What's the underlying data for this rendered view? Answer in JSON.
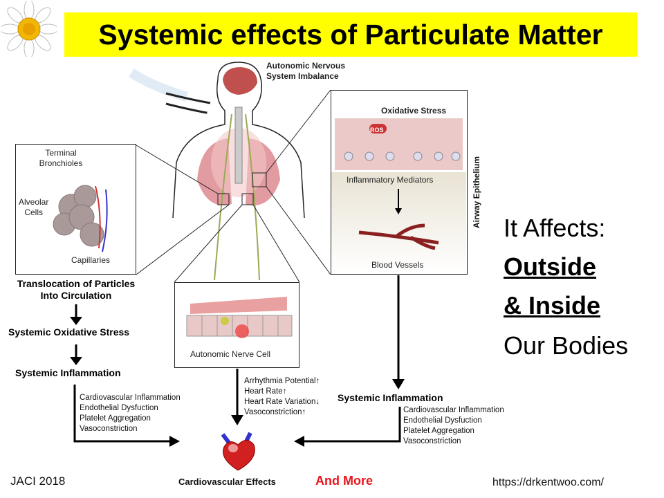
{
  "title": "Systemic effects of Particulate Matter",
  "brain_label": [
    "Autonomic Nervous",
    "System Imbalance"
  ],
  "left_box": {
    "terminal": [
      "Terminal",
      "Bronchioles"
    ],
    "alveolar": [
      "Alveolar",
      "Cells"
    ],
    "capillaries": "Capillaries"
  },
  "right_box": {
    "oxidative": "Oxidative Stress",
    "ros": "ROS",
    "mediators": "Inflammatory Mediators",
    "vessels": "Blood Vessels",
    "side": "Airway Epithelium"
  },
  "middle_box": {
    "label": "Autonomic Nerve Cell"
  },
  "left_flow": {
    "step1": [
      "Translocation of Particles",
      "Into Circulation"
    ],
    "step2": "Systemic Oxidative Stress",
    "step3": "Systemic Inflammation",
    "list": [
      "Cardiovascular Inflammation",
      "Endothelial Dysfuction",
      "Platelet Aggregation",
      "Vasoconstriction"
    ]
  },
  "middle_flow": {
    "list": [
      "Arrhythmia Potential↑",
      "Heart Rate↑",
      "Heart Rate Variation↓",
      "Vasoconstriction↑"
    ]
  },
  "right_flow": {
    "heading": "Systemic Inflammation",
    "list": [
      "Cardiovascular Inflammation",
      "Endothelial Dysfuction",
      "Platelet Aggregation",
      "Vasoconstriction"
    ]
  },
  "bottom": {
    "effects": "Cardiovascular Effects",
    "more": "And More",
    "source": "JACI 2018",
    "url": "https://drkentwoo.com/"
  },
  "callout": {
    "line1": "It Affects:",
    "line2": "Outside",
    "line3": "& Inside",
    "line4": "Our Bodies"
  },
  "colors": {
    "title_bg": "#ffff00",
    "and_more": "#e8141c"
  }
}
